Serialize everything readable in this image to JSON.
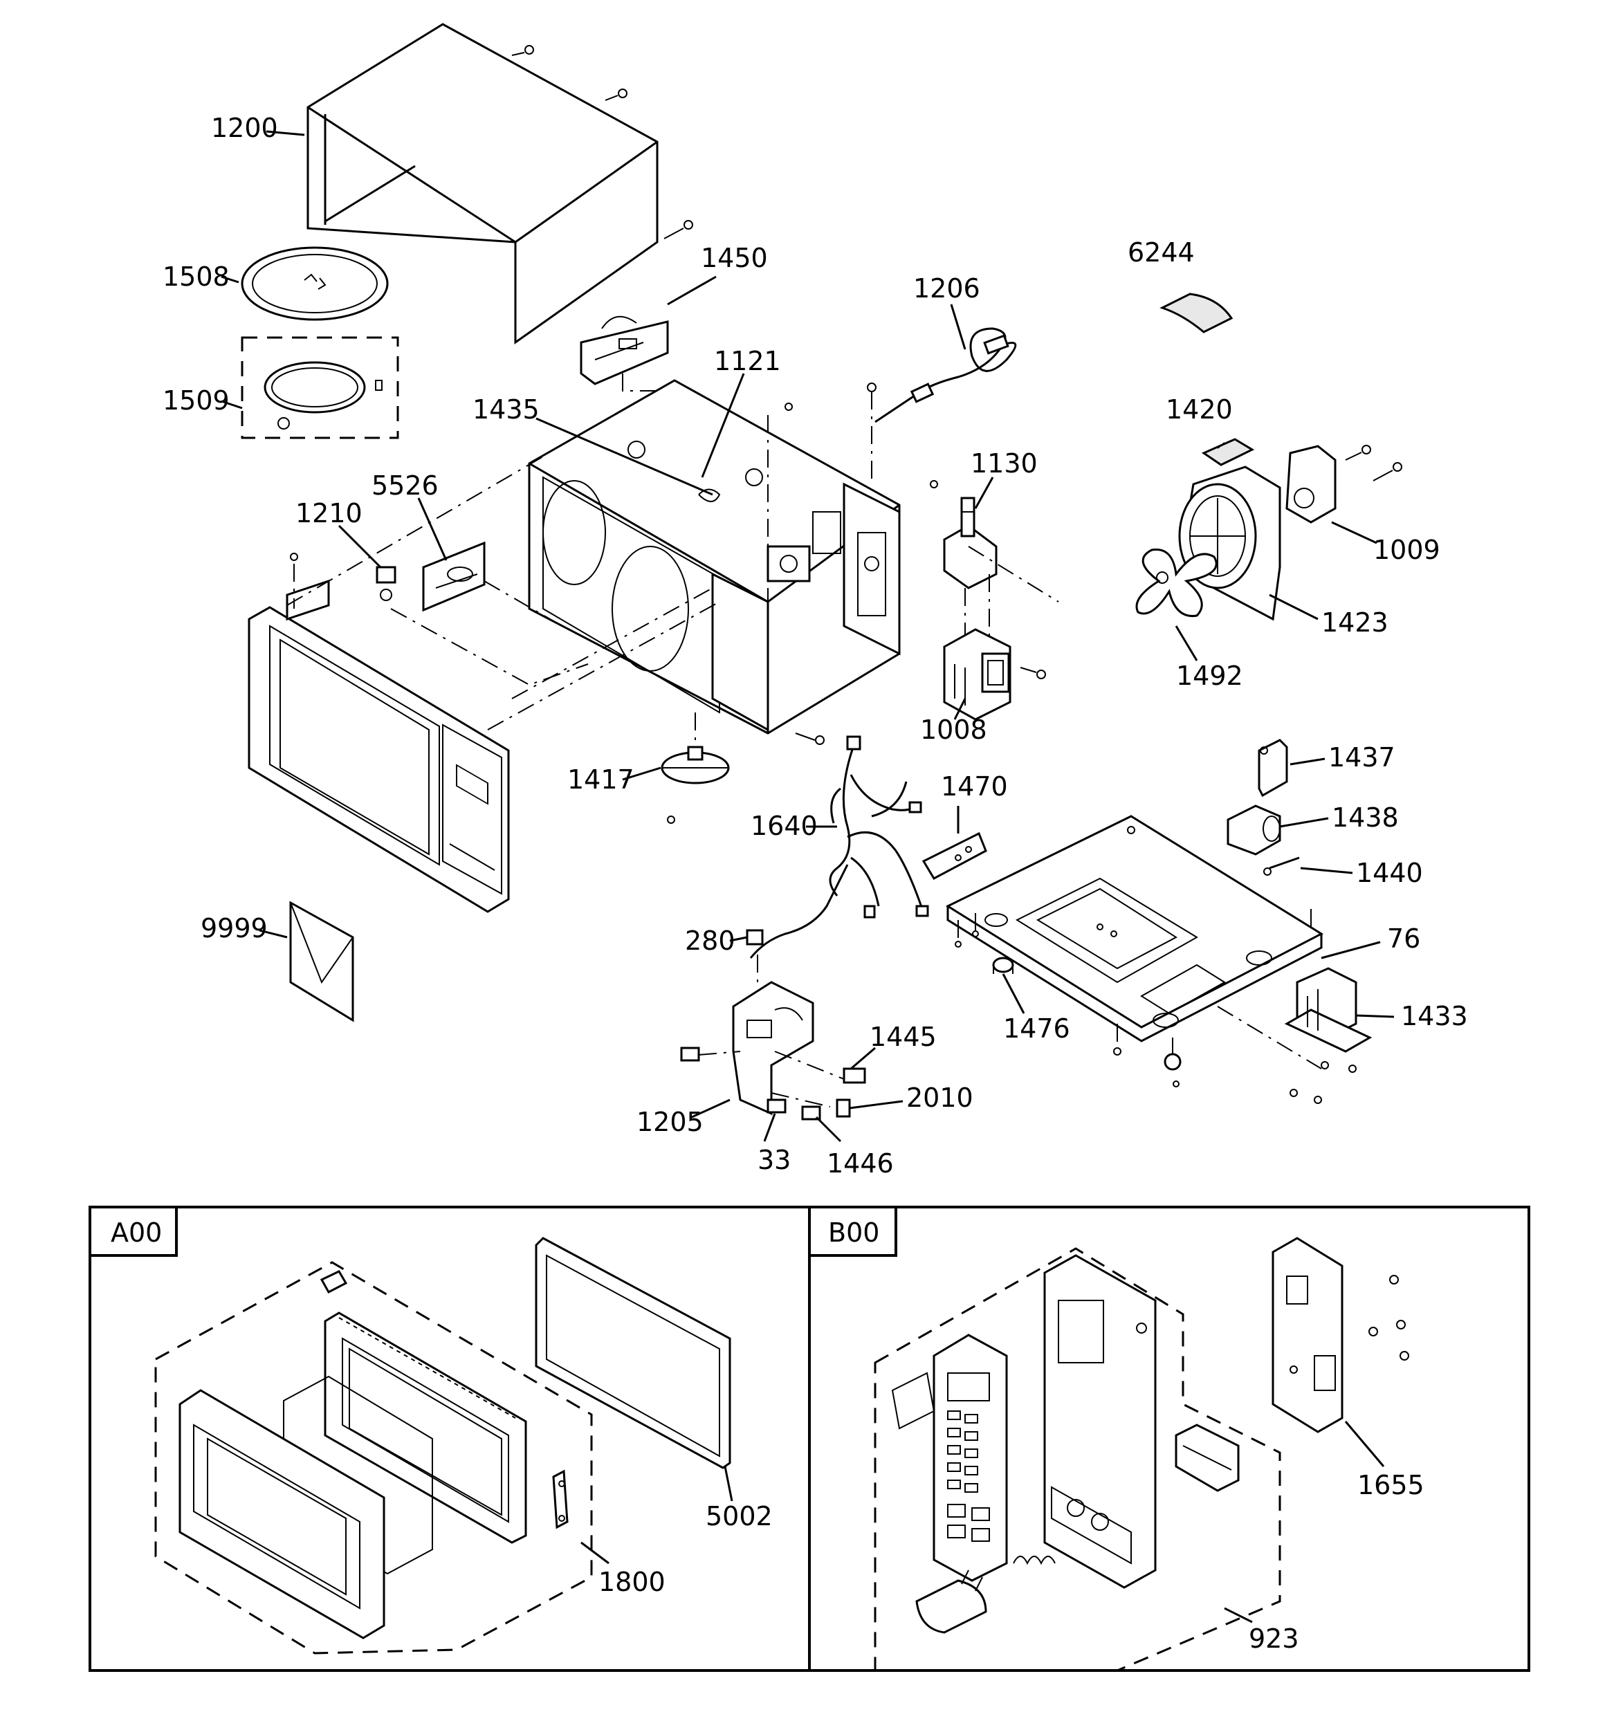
{
  "labels": {
    "l1200": "1200",
    "l1508": "1508",
    "l1509": "1509",
    "l1450": "1450",
    "l1206": "1206",
    "l6244": "6244",
    "l1121": "1121",
    "l1435": "1435",
    "l1420": "1420",
    "l1130": "1130",
    "l5526": "5526",
    "l1210": "1210",
    "l1009": "1009",
    "l1423": "1423",
    "l1492": "1492",
    "l1008": "1008",
    "l1417": "1417",
    "l1437": "1437",
    "l1470": "1470",
    "l1640": "1640",
    "l1438": "1438",
    "l1440": "1440",
    "l9999": "9999",
    "l280": "280",
    "l76": "76",
    "l1476": "1476",
    "l1433": "1433",
    "l1445": "1445",
    "l2010": "2010",
    "l1205": "1205",
    "l33": "33",
    "l1446": "1446",
    "l5002": "5002",
    "l1800": "1800",
    "l1655": "1655",
    "l923": "923"
  },
  "panels": {
    "a00": "A00",
    "b00": "B00"
  }
}
